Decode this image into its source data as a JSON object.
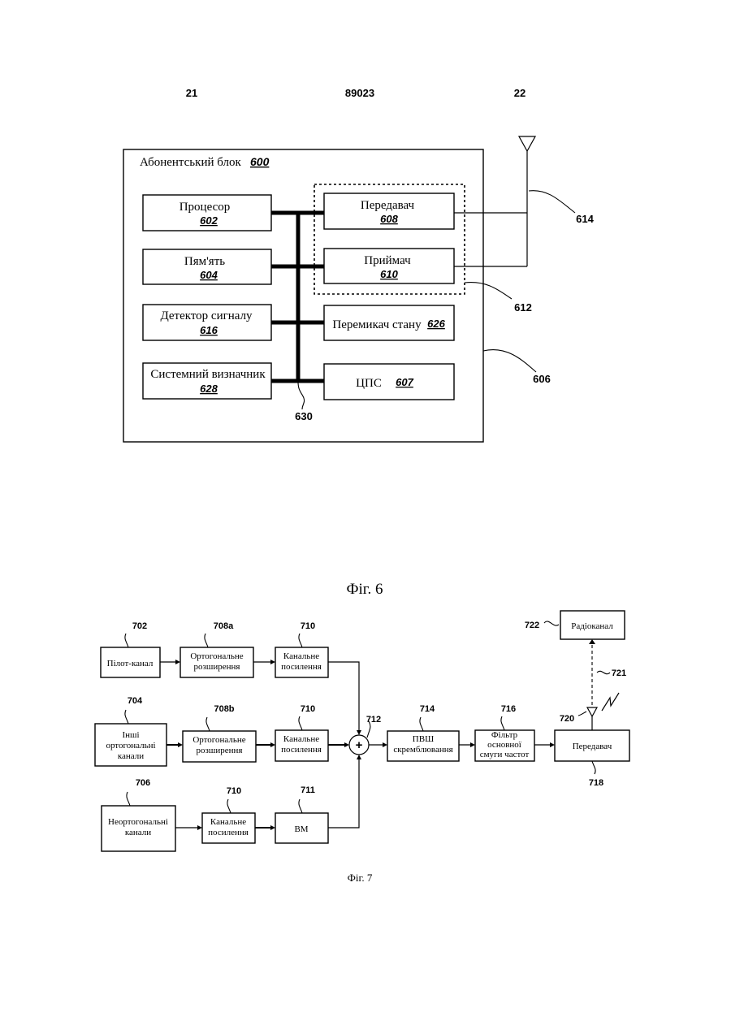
{
  "header": {
    "left_page": "21",
    "patent_number": "89023",
    "right_page": "22"
  },
  "fig6": {
    "caption": "Фіг. 6",
    "unit_title": "Абонентський блок",
    "unit_ref": "600",
    "blocks": {
      "processor": {
        "label": "Процесор",
        "ref": "602"
      },
      "memory": {
        "label": "Пям'ять",
        "ref": "604"
      },
      "detector": {
        "label": "Детектор сигналу",
        "ref": "616"
      },
      "system": {
        "label": "Системний визначник",
        "ref": "628"
      },
      "transmitter": {
        "label": "Передавач",
        "ref": "608"
      },
      "receiver": {
        "label": "Приймач",
        "ref": "610"
      },
      "switch": {
        "label": "Перемикач стану",
        "ref": "626"
      },
      "dsp": {
        "label": "ЦПС",
        "ref": "607"
      }
    },
    "callouts": {
      "antenna": "614",
      "transceiver": "612",
      "unit": "606",
      "bus": "630"
    }
  },
  "fig7": {
    "caption": "Фіг. 7",
    "blocks": {
      "pilot": {
        "label": "Пілот-канал",
        "ref": "702"
      },
      "orth_a": {
        "line1": "Ортогональне",
        "line2": "розширення",
        "ref": "708a"
      },
      "gain_1": {
        "line1": "Канальне",
        "line2": "посилення",
        "ref": "710"
      },
      "others": {
        "line1": "Інші",
        "line2": "ортогональні",
        "line3": "канали",
        "ref": "704"
      },
      "orth_b": {
        "line1": "Ортогональне",
        "line2": "розширення",
        "ref": "708b"
      },
      "gain_2": {
        "line1": "Канальне",
        "line2": "посилення",
        "ref": "710"
      },
      "nonorth": {
        "line1": "Неортогональні",
        "line2": "канали",
        "ref": "706"
      },
      "gain_3": {
        "line1": "Канальне",
        "line2": "посилення",
        "ref": "710"
      },
      "bm": {
        "label": "ВМ",
        "ref": "711"
      },
      "pn": {
        "line1": "ПВШ",
        "line2": "скремблювання",
        "ref": "714"
      },
      "filter": {
        "line1": "Фільтр",
        "line2": "основної",
        "line3": "смуги частот",
        "ref": "716"
      },
      "tx": {
        "label": "Передавач",
        "ref": "718"
      },
      "radio": {
        "label": "Радіоканал",
        "ref": "722"
      }
    },
    "summer": {
      "symbol": "+",
      "ref": "712"
    },
    "callouts": {
      "antenna": "720",
      "link": "721"
    }
  }
}
